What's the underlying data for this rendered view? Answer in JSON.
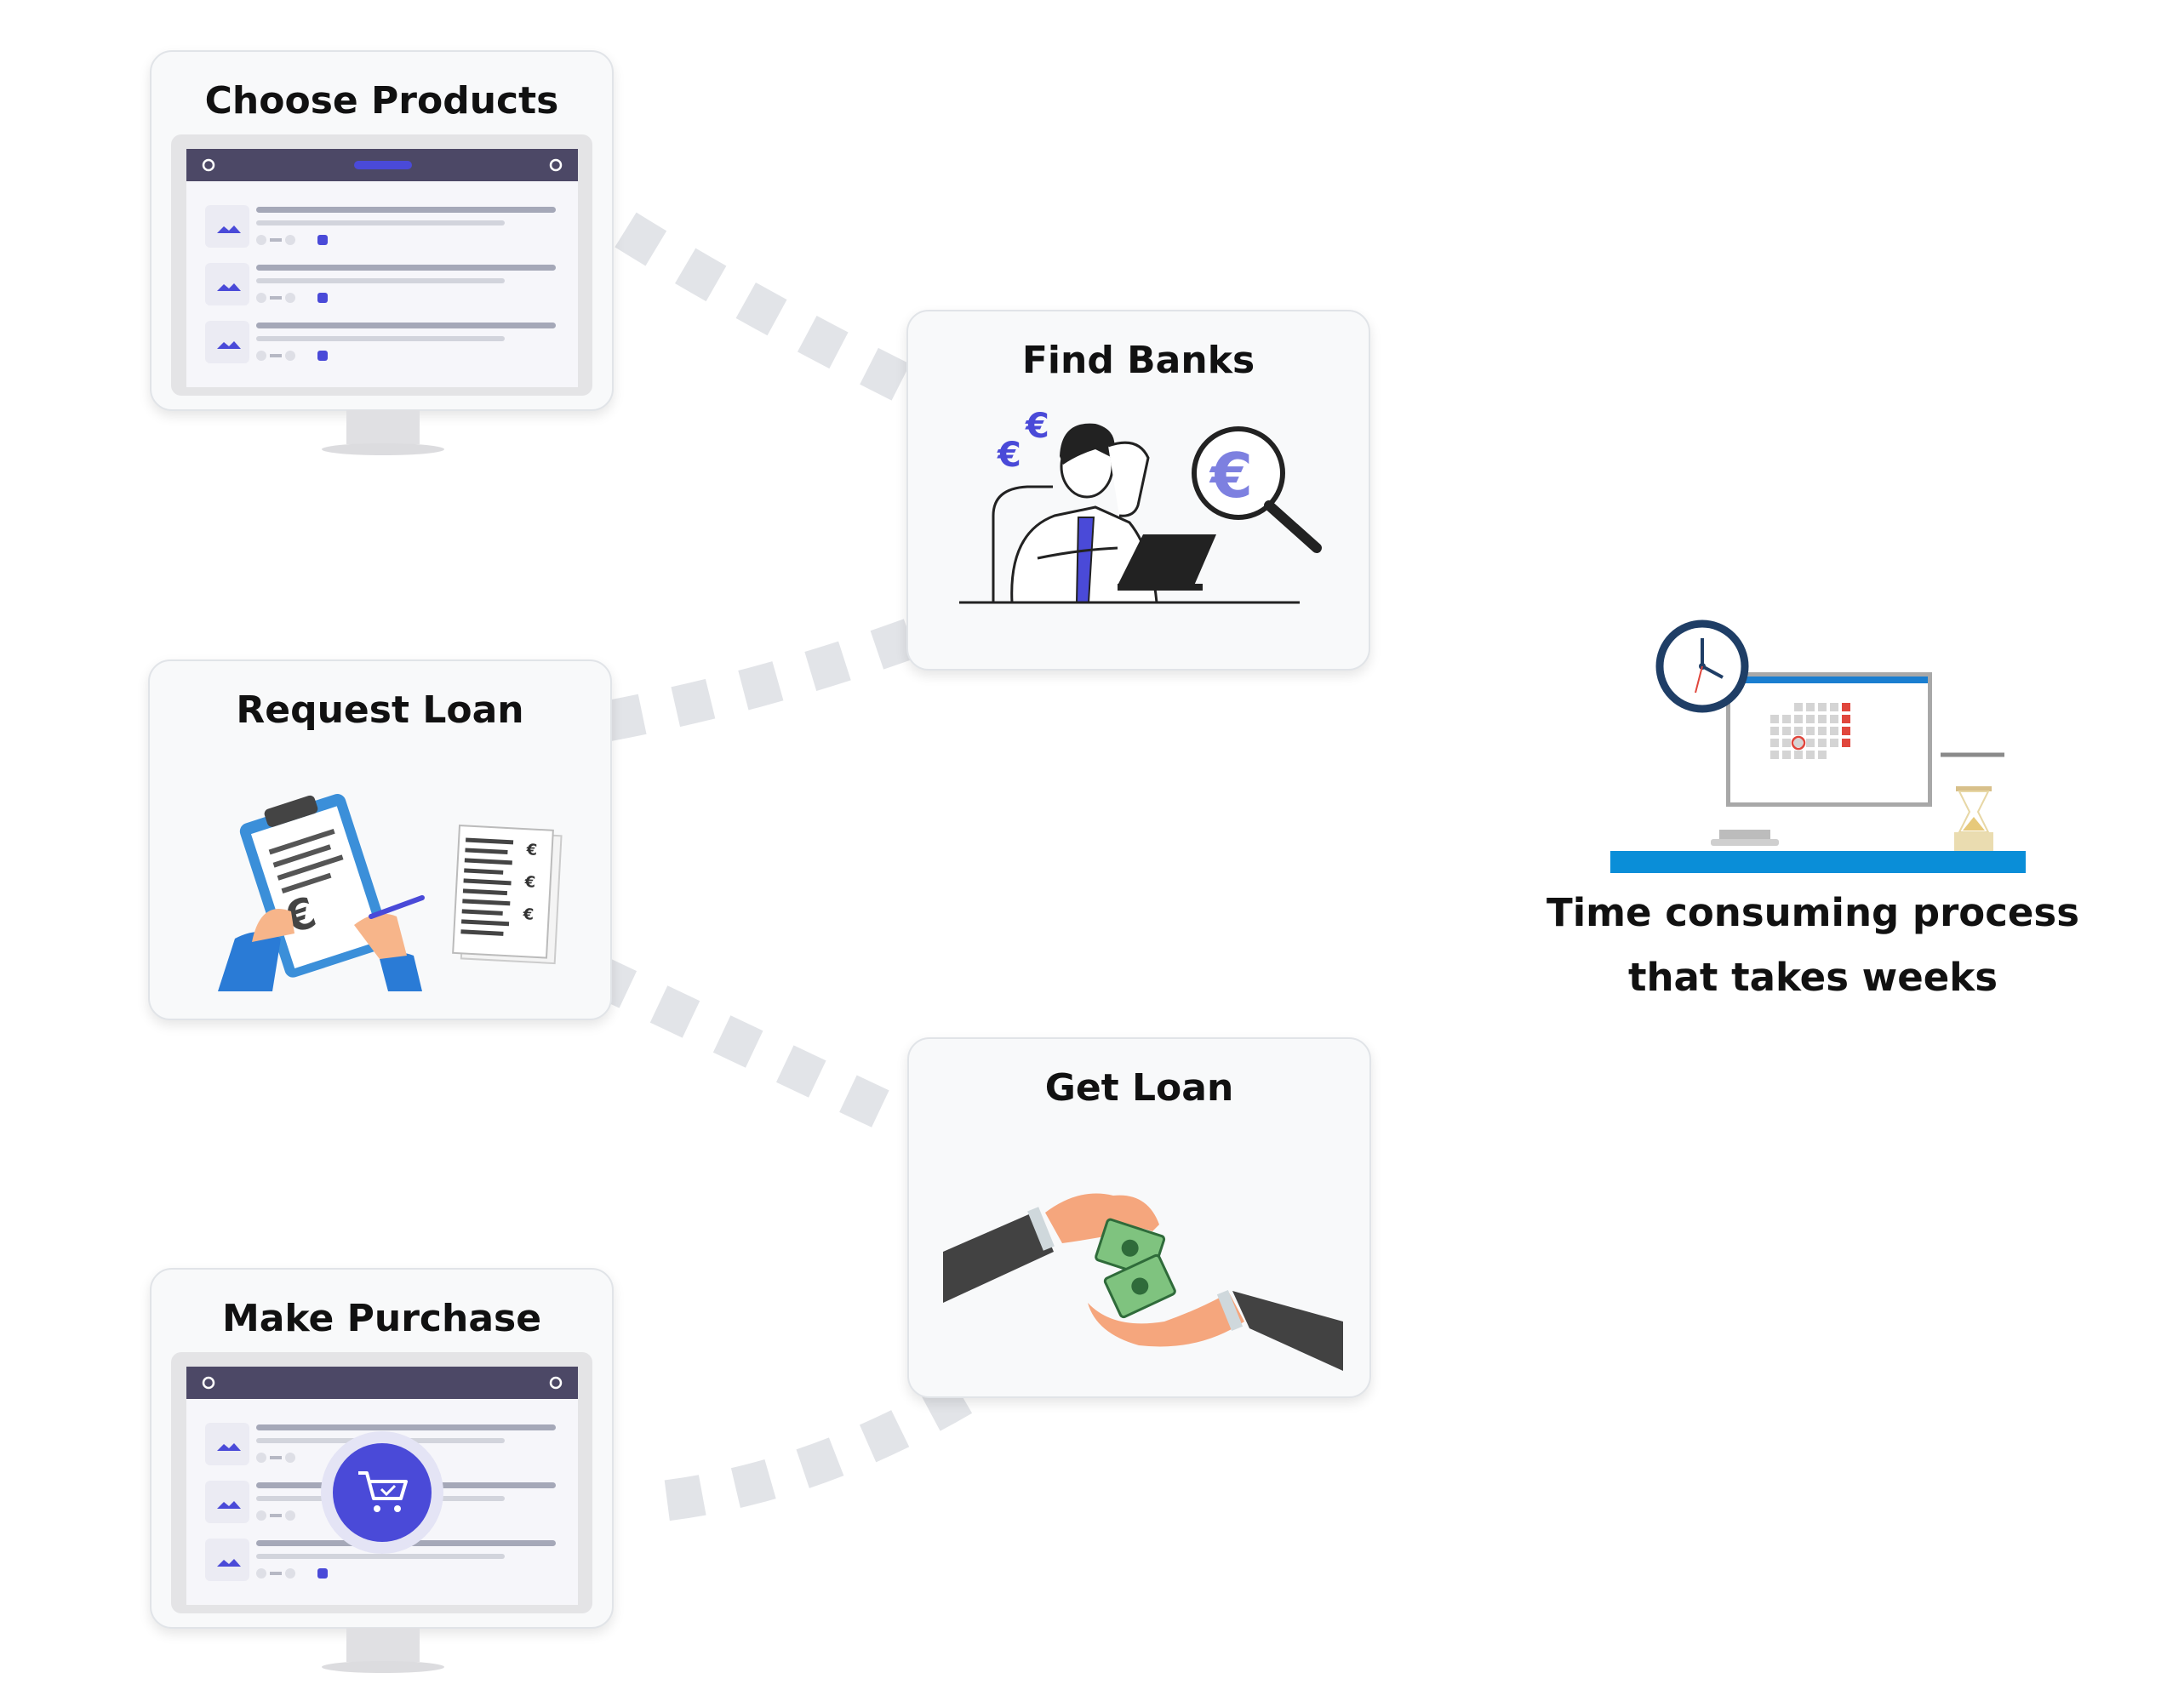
{
  "steps": [
    {
      "id": "choose-products",
      "label": "Choose Products",
      "icon": "product-list-monitor-icon"
    },
    {
      "id": "find-banks",
      "label": "Find Banks",
      "icon": "person-searching-euro-icon"
    },
    {
      "id": "request-loan",
      "label": "Request Loan",
      "icon": "signing-loan-form-icon"
    },
    {
      "id": "get-loan",
      "label": "Get Loan",
      "icon": "handing-money-icon"
    },
    {
      "id": "make-purchase",
      "label": "Make Purchase",
      "icon": "shopping-cart-monitor-icon"
    }
  ],
  "summary": {
    "line1": "Time consuming process",
    "line2": "that takes weeks",
    "icon": "clock-calendar-hourglass-icon"
  },
  "colors": {
    "accent": "#4a4ad8",
    "card_bg": "#f8f9fa",
    "card_border": "#e1e4e8",
    "connector": "#e2e4e8",
    "monitor_bar": "#4c4866",
    "desk_blue": "#0a8ed8",
    "calendar_red": "#e0463c",
    "clock_navy": "#1f3e66"
  }
}
